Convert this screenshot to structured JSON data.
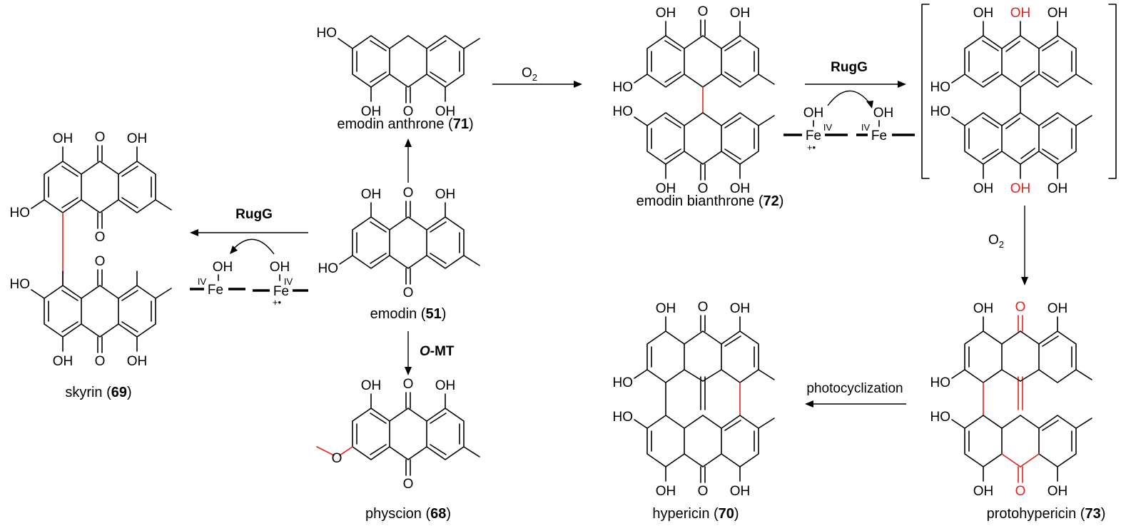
{
  "colors": {
    "highlight": "#e3231b",
    "ink": "#000000",
    "background": "#ffffff"
  },
  "atom_labels": {
    "hydroxyl": "OH",
    "hydroxyl_left": "HO",
    "oxygen": "O",
    "iron": "Fe",
    "oxidation_state": "IV",
    "radical_cation": "+•"
  },
  "compounds": [
    {
      "id": "emodin",
      "name": "emodin",
      "number": "51"
    },
    {
      "id": "emodin-anthrone",
      "name": "emodin anthrone",
      "number": "71"
    },
    {
      "id": "emodin-bianthrone",
      "name": "emodin bianthrone",
      "number": "72"
    },
    {
      "id": "skyrin",
      "name": "skyrin",
      "number": "69"
    },
    {
      "id": "physcion",
      "name": "physcion",
      "number": "68"
    },
    {
      "id": "hypericin",
      "name": "hypericin",
      "number": "70"
    },
    {
      "id": "protohypericin",
      "name": "protohypericin",
      "number": "73"
    }
  ],
  "reactions": {
    "oxidation_reagent": "O",
    "oxidation_subscript": "2",
    "enzyme_rugg": "RugG",
    "methyltransferase_prefix": "O",
    "methyltransferase_suffix": "-MT",
    "photocyclization": "photocyclization"
  }
}
